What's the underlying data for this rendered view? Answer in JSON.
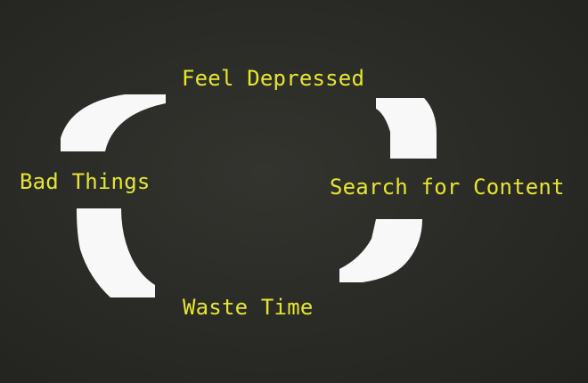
{
  "cycle": {
    "nodes": [
      {
        "label": "Feel Depressed"
      },
      {
        "label": "Search for Content"
      },
      {
        "label": "Waste Time"
      },
      {
        "label": "Bad Things"
      }
    ]
  },
  "colors": {
    "background": "#2b2b27",
    "label": "#e6e632",
    "arc": "#f8f8f8"
  }
}
